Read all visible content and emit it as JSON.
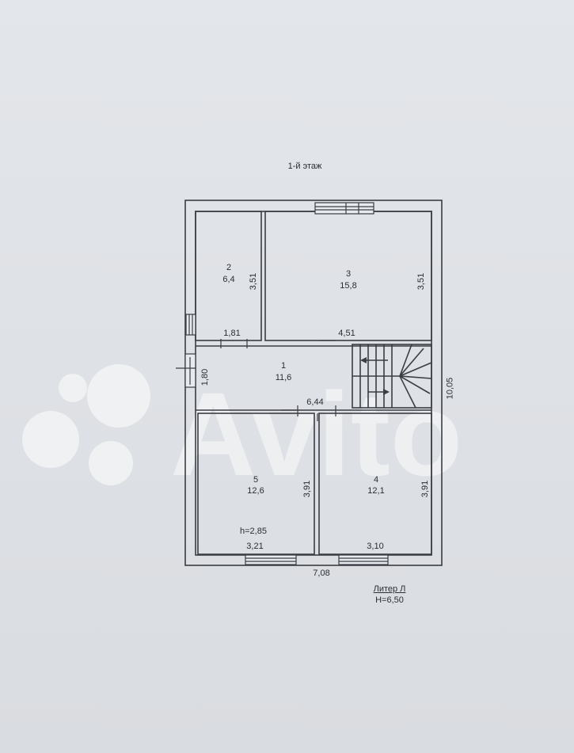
{
  "title": "1-й этаж",
  "colors": {
    "background": "#dfe2e6",
    "lines": "#3a3e44",
    "watermark": "#ffffff"
  },
  "watermark_text": "Avito",
  "rooms": [
    {
      "number": "1",
      "area": "11,6"
    },
    {
      "number": "2",
      "area": "6,4"
    },
    {
      "number": "3",
      "area": "15,8"
    },
    {
      "number": "4",
      "area": "12,1"
    },
    {
      "number": "5",
      "area": "12,6"
    }
  ],
  "dimensions": {
    "room2_height": "3,51",
    "room3_height": "3,51",
    "room2_width": "1,81",
    "room3_width": "4,51",
    "room1_height": "1,80",
    "room1_width": "6,44",
    "room5_height": "3,91",
    "room4_height": "3,91",
    "room5_width": "3,21",
    "room4_width": "3,10",
    "total_width": "7,08",
    "total_height": "10,05"
  },
  "ceiling_height": "h=2,85",
  "liter": {
    "name": "Литер Л",
    "height": "H=6,50"
  }
}
